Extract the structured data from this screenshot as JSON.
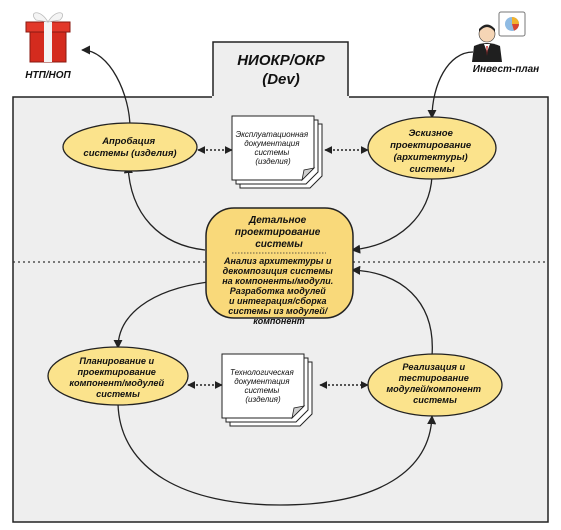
{
  "colors": {
    "panel": "#eeeeee",
    "bubble": "#fbe38c",
    "bubble_center": "#f9d97a",
    "stroke": "#222222"
  },
  "header": {
    "line1": "НИОКР/ОКР",
    "line2": "(Dev)"
  },
  "corners": {
    "left_label": "НТП/НОП",
    "right_label": "Инвест-план",
    "left_icon": "gift-icon",
    "right_icon": "investor-icon"
  },
  "nodes": {
    "approbation": {
      "lines": [
        "Апробация",
        "системы (изделия)"
      ]
    },
    "sketch": {
      "lines": [
        "Эскизное",
        "проектирование",
        "(архитектуры)",
        "системы"
      ]
    },
    "detail": {
      "title_lines": [
        "Детальное",
        "проектирование",
        "системы"
      ],
      "body_lines": [
        "Анализ архитектуры и",
        "декомпозиция системы",
        "на компоненты/модули.",
        "Разработка модулей",
        "и интеграция/сборка",
        "системы из модулей/",
        "компонент"
      ]
    },
    "planning": {
      "lines": [
        "Планирование и",
        "проектирование",
        "компонент/модулей",
        "системы"
      ]
    },
    "implementation": {
      "lines": [
        "Реализация и",
        "тестирование",
        "модулей/компонент",
        "системы"
      ]
    }
  },
  "documents": {
    "operational": {
      "lines": [
        "Эксплуатационная",
        "документация",
        "системы",
        "(изделия)"
      ]
    },
    "technological": {
      "lines": [
        "Технологическая",
        "документация",
        "системы",
        "(изделия)"
      ]
    }
  }
}
